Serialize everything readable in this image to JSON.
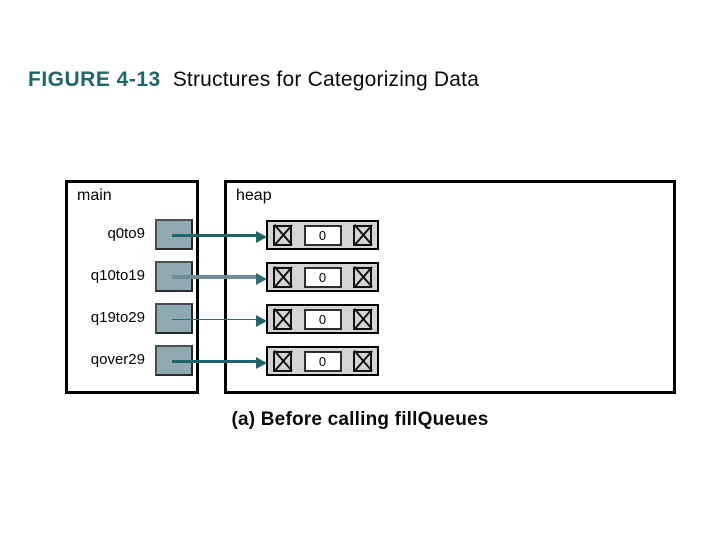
{
  "figure": {
    "number": "FIGURE 4-13",
    "title": "Structures for Categorizing Data",
    "number_color": "#1f6668",
    "title_color": "#0a0a0a"
  },
  "caption": "(a) Before calling fillQueues",
  "diagram": {
    "type": "memory-diagram",
    "frames": [
      {
        "id": "main",
        "label": "main"
      },
      {
        "id": "heap",
        "label": "heap"
      }
    ],
    "variables": [
      {
        "label": "q0to9",
        "pointer_value": "",
        "points_to": 0,
        "arrow_color": "#1f6668",
        "arrow_weight": 3
      },
      {
        "label": "q10to19",
        "pointer_value": "",
        "points_to": 1,
        "arrow_color": "#6d8e93",
        "arrow_weight": 4
      },
      {
        "label": "q19to29",
        "pointer_value": "",
        "points_to": 2,
        "arrow_color": "#2b6f71",
        "arrow_weight": 1
      },
      {
        "label": "qover29",
        "pointer_value": "",
        "points_to": 3,
        "arrow_color": "#1f6668",
        "arrow_weight": 3
      }
    ],
    "heap_nodes": [
      {
        "front": "X",
        "count": "0",
        "rear": "X"
      },
      {
        "front": "X",
        "count": "0",
        "rear": "X"
      },
      {
        "front": "X",
        "count": "0",
        "rear": "X"
      },
      {
        "front": "X",
        "count": "0",
        "rear": "X"
      }
    ],
    "colors": {
      "pointer_cell": "#8fa9b0",
      "heap_node_bg": "#d4d4d4",
      "count_cell_bg": "#ffffff",
      "frame_border": "#000000",
      "background": "#ffffff"
    }
  }
}
